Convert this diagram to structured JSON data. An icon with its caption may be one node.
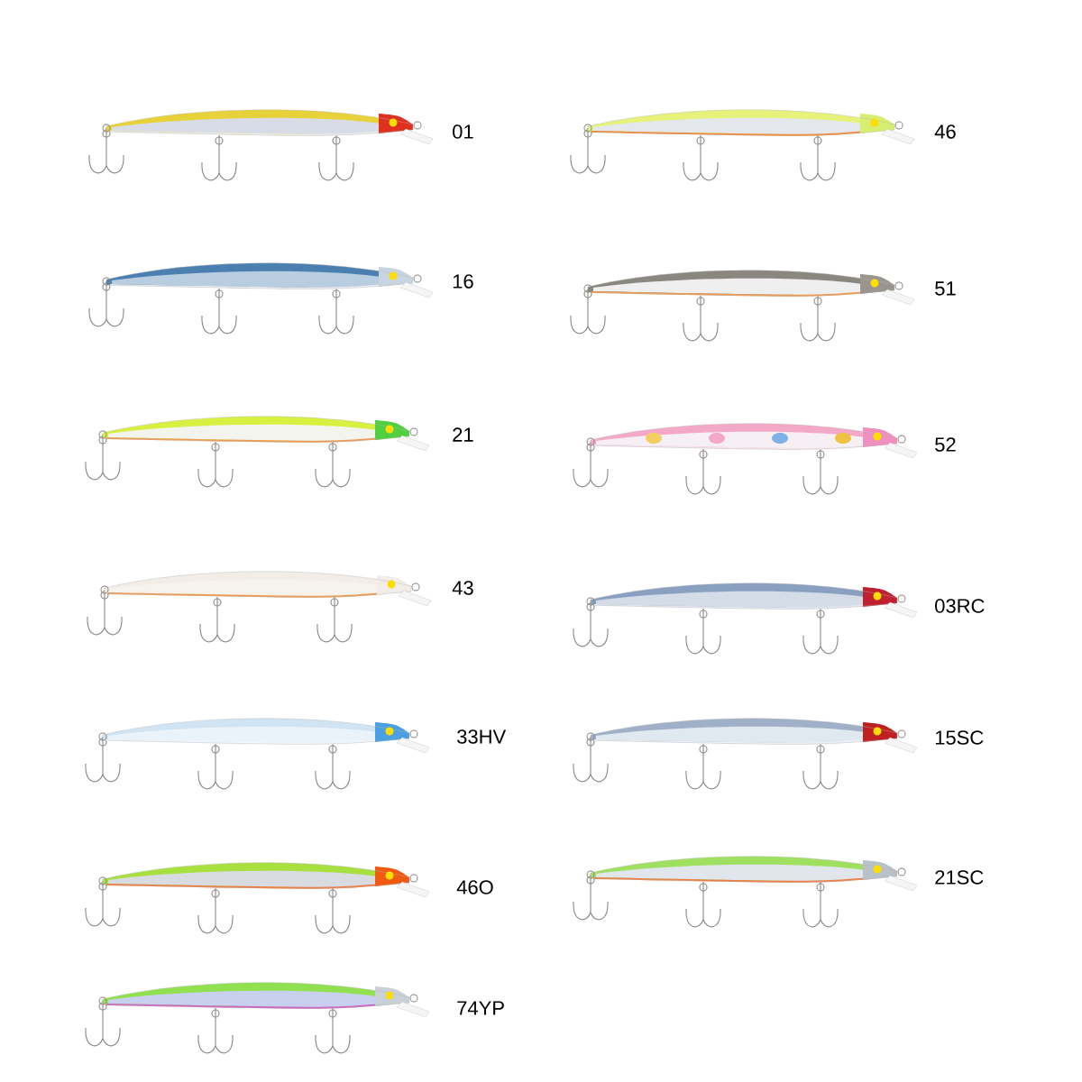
{
  "diagram": {
    "nodes": [
      {
        "text": [],
        "shape": "picture",
        "beside": [
          "01"
        ]
      },
      {
        "text": [],
        "shape": "picture",
        "beside": [
          "46"
        ]
      },
      {
        "text": [],
        "shape": "picture",
        "beside": [
          "16"
        ]
      },
      {
        "text": [],
        "shape": "picture",
        "beside": [
          "51"
        ]
      },
      {
        "text": [],
        "shape": "picture",
        "beside": [
          "21"
        ]
      },
      {
        "text": [],
        "shape": "picture",
        "beside": [
          "52"
        ]
      },
      {
        "text": [],
        "shape": "picture",
        "beside": [
          "43"
        ]
      },
      {
        "text": [],
        "shape": "picture",
        "beside": [
          "03RC"
        ]
      },
      {
        "text": [],
        "shape": "picture",
        "beside": [
          "33HV"
        ]
      },
      {
        "text": [],
        "shape": "picture",
        "beside": [
          "15SC"
        ]
      },
      {
        "text": [],
        "shape": "picture",
        "beside": [
          "46O"
        ]
      },
      {
        "text": [],
        "shape": "picture",
        "beside": [
          "21SC"
        ]
      },
      {
        "text": [],
        "shape": "picture",
        "beside": [
          "74YP"
        ]
      }
    ]
  }
}
